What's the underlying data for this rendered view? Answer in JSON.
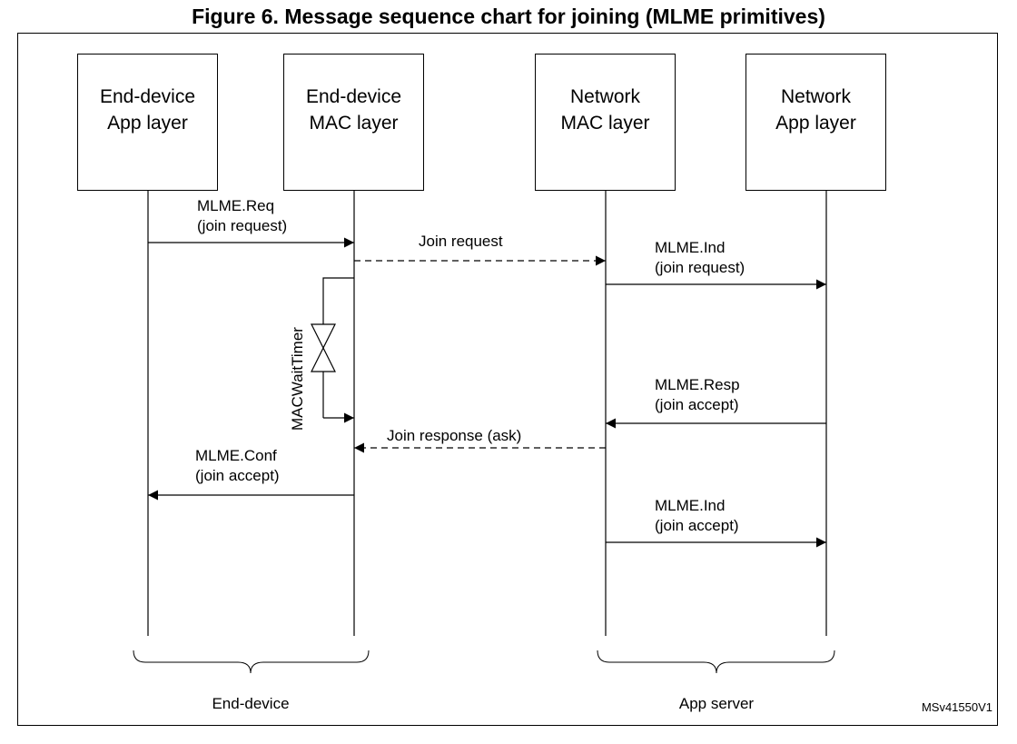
{
  "figure": {
    "title": "Figure 6. Message sequence chart for joining (MLME primitives)",
    "id": "MSv41550V1"
  },
  "lifelines": [
    {
      "line1": "End-device",
      "line2": "App layer"
    },
    {
      "line1": "End-device",
      "line2": "MAC layer"
    },
    {
      "line1": "Network",
      "line2": "MAC layer"
    },
    {
      "line1": "Network",
      "line2": "App layer"
    }
  ],
  "messages": {
    "mlme_req": {
      "line1": "MLME.Req",
      "line2": "(join request)"
    },
    "join_request": {
      "label": "Join request"
    },
    "mlme_ind_1": {
      "line1": "MLME.Ind",
      "line2": "(join request)"
    },
    "mlme_resp": {
      "line1": "MLME.Resp",
      "line2": "(join accept)"
    },
    "join_response": {
      "label": "Join response (ask)"
    },
    "mlme_conf": {
      "line1": "MLME.Conf",
      "line2": "(join accept)"
    },
    "mlme_ind_2": {
      "line1": "MLME.Ind",
      "line2": "(join accept)"
    }
  },
  "timer": {
    "label": "MACWaitTimer"
  },
  "groups": {
    "end_device": "End-device",
    "app_server": "App server"
  }
}
